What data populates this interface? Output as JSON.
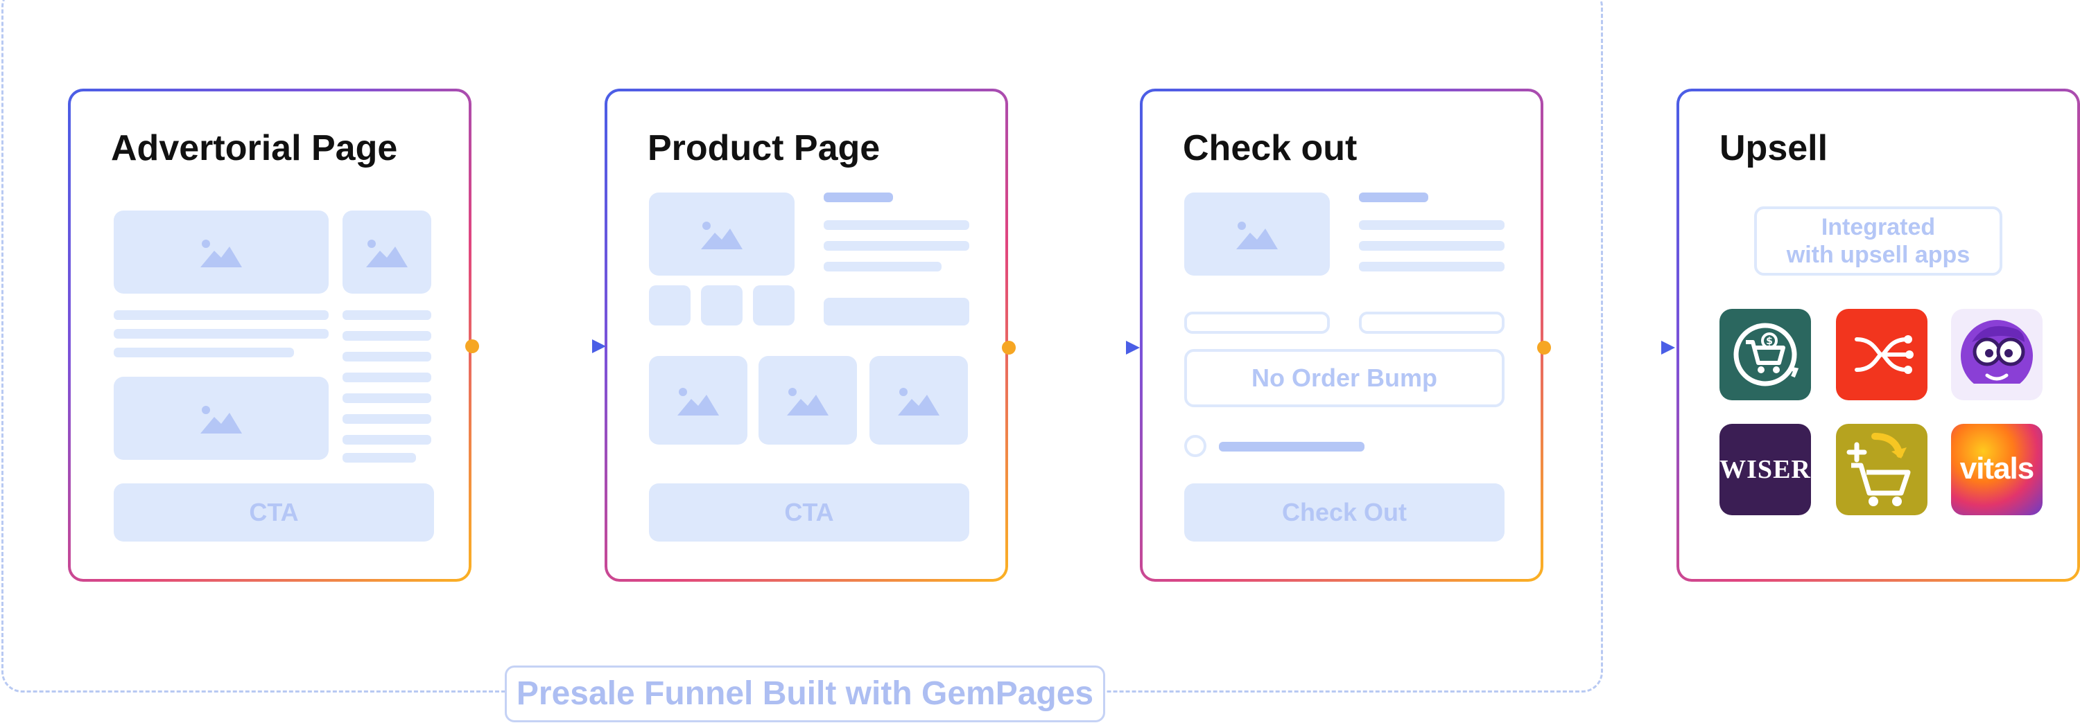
{
  "footer": {
    "label": "Presale Funnel Built with GemPages"
  },
  "cards": {
    "advertorial": {
      "title": "Advertorial Page",
      "cta": "CTA"
    },
    "product": {
      "title": "Product Page",
      "cta": "CTA"
    },
    "checkout": {
      "title": "Check out",
      "bump": "No Order Bump",
      "button": "Check Out"
    },
    "upsell": {
      "title": "Upsell",
      "badge_line1": "Integrated",
      "badge_line2": "with upsell apps",
      "apps": [
        {
          "icon": "cart-dollar-refresh-icon"
        },
        {
          "icon": "split-arrows-icon"
        },
        {
          "icon": "cartoon-character-icon"
        },
        {
          "icon": "wiser-logo",
          "text": "WISER"
        },
        {
          "icon": "cart-plus-arrow-icon"
        },
        {
          "icon": "vitals-logo",
          "text": "vitals"
        }
      ]
    }
  },
  "colors": {
    "accent_blue": "#4a5ee6",
    "accent_orange": "#f6a623",
    "placeholder": "#dde8fc",
    "placeholder_text": "#b4c6f6",
    "frame_dash": "#b8c9f2"
  }
}
